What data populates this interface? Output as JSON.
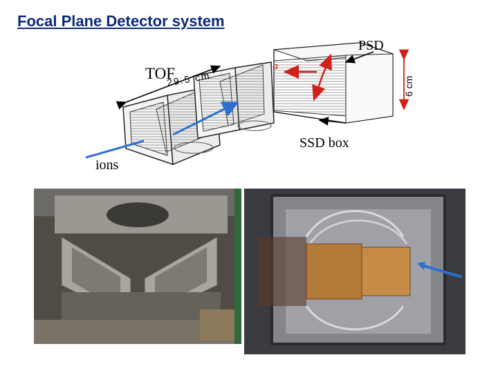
{
  "title": "Focal Plane Detector system",
  "labels": {
    "tof": "TOF",
    "psd": "PSD",
    "ssd_box": "SSD box",
    "ions": "ions",
    "distance": "29.5 cm",
    "height": "6 cm",
    "alpha": "α"
  },
  "colors": {
    "title": "#0b2a78",
    "ion_beam": "#2d6fd0",
    "alpha_tracks": "#d0201a",
    "dimension_arrow": "#d0201a"
  }
}
